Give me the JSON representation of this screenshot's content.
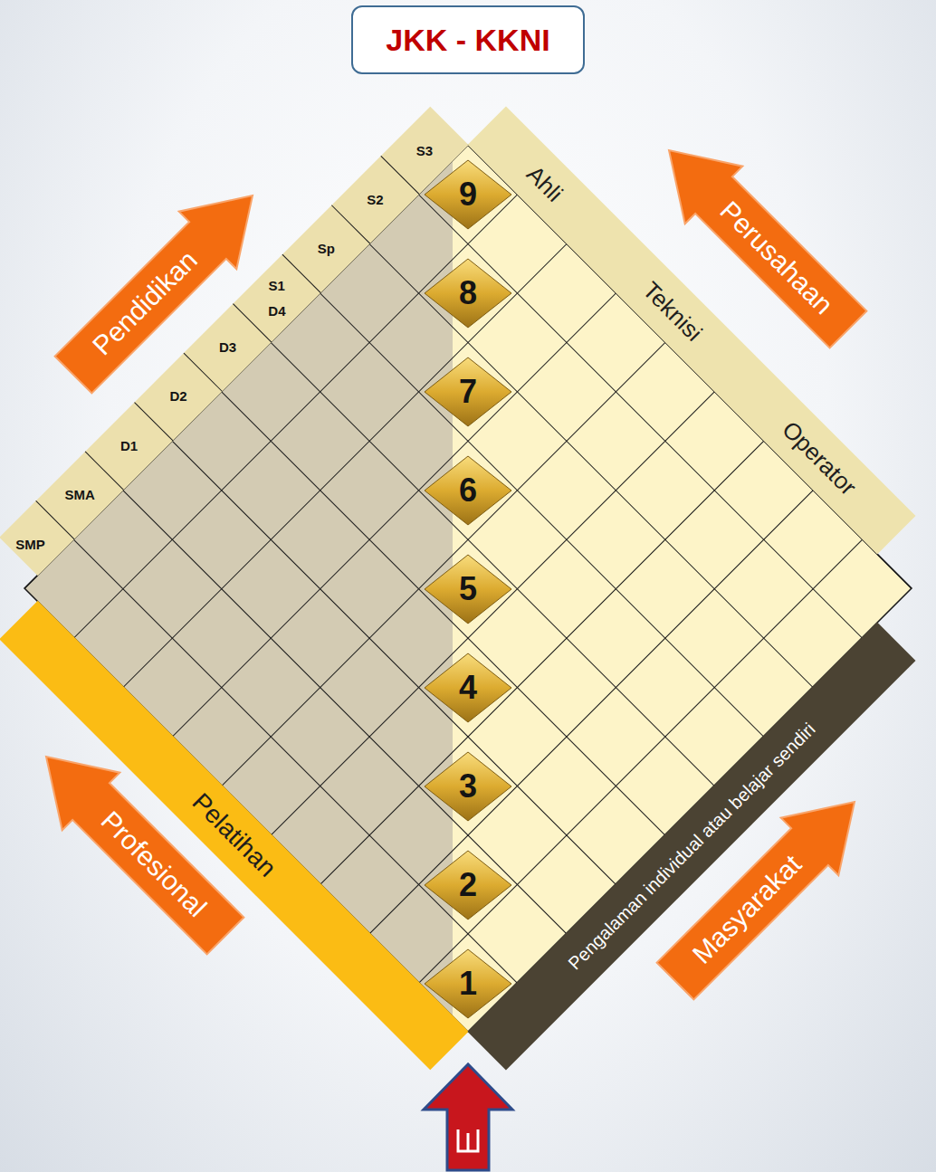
{
  "diagram": {
    "title": "JKK - KKNI",
    "nodes": [
      {
        "text": [
          "Pendidikan"
        ]
      },
      {
        "text": [
          "SMP",
          "SMA",
          "D1",
          "D2",
          "D3",
          "D4",
          "S1",
          "Sp",
          "S2",
          "S3"
        ]
      },
      {
        "text": [
          "Ahli",
          "Teknisi",
          "Operator"
        ]
      },
      {
        "text": [
          "Perusahaan"
        ]
      },
      {
        "text": [
          "9"
        ]
      },
      {
        "text": [
          "8"
        ]
      },
      {
        "text": [
          "7"
        ]
      },
      {
        "text": [
          "6"
        ]
      },
      {
        "text": [
          "5"
        ]
      },
      {
        "text": [
          "4"
        ]
      },
      {
        "text": [
          "3"
        ]
      },
      {
        "text": [
          "2"
        ]
      },
      {
        "text": [
          "1"
        ]
      },
      {
        "text": [
          "Pelatihan"
        ]
      },
      {
        "text": [
          "Pengalaman individual atau belajar sendiri"
        ]
      },
      {
        "text": [
          "Profesional"
        ]
      },
      {
        "text": [
          "Masyarakat"
        ]
      }
    ]
  }
}
